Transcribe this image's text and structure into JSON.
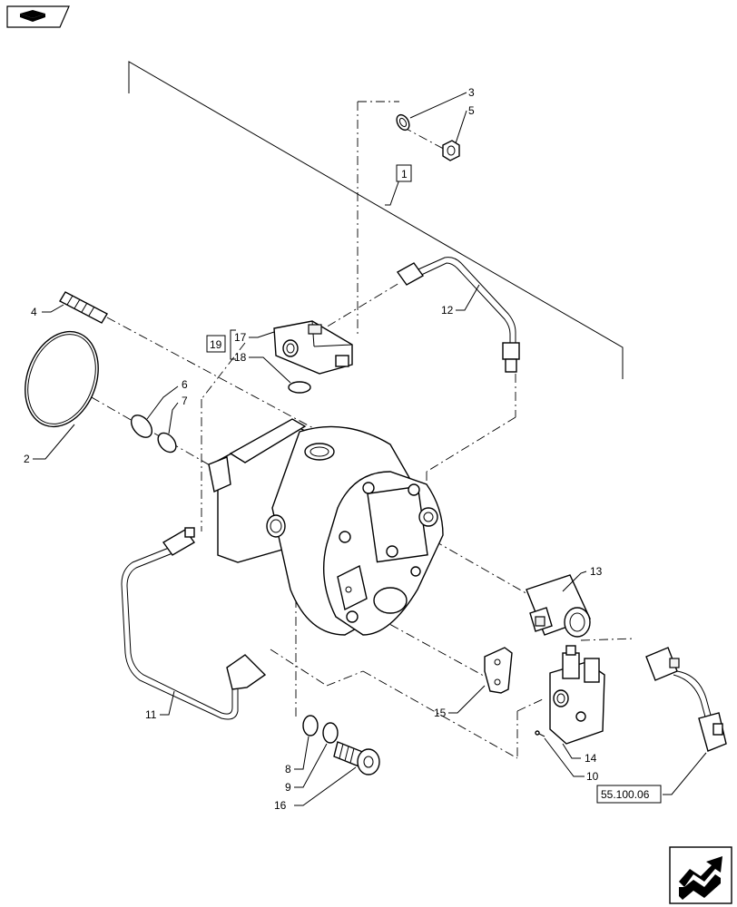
{
  "callouts": {
    "c1": "1",
    "c2": "2",
    "c3": "3",
    "c4": "4",
    "c5": "5",
    "c6": "6",
    "c7": "7",
    "c8": "8",
    "c9": "9",
    "c10": "10",
    "c11": "11",
    "c12": "12",
    "c13": "13",
    "c14": "14",
    "c15": "15",
    "c16": "16",
    "c17": "17",
    "c18": "18",
    "c19": "19"
  },
  "reference": "55.100.06",
  "icons": {
    "top_left": "page-book-icon",
    "bottom_right": "next-page-arrow-icon"
  }
}
